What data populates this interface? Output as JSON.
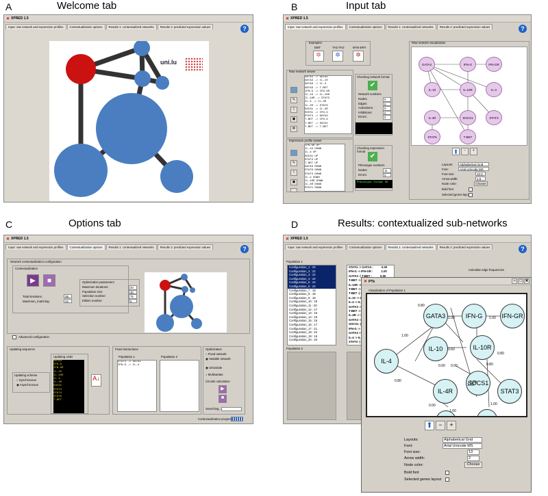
{
  "panels": {
    "A": {
      "letter": "A",
      "title": "Welcome tab"
    },
    "B": {
      "letter": "B",
      "title": "Input tab"
    },
    "C": {
      "letter": "C",
      "title": "Options tab"
    },
    "D": {
      "letter": "D",
      "title": "Results: contextualized sub-networks"
    }
  },
  "app": {
    "title": "XPRED 1.5",
    "tabs": [
      "Input: raw network and expression profiles",
      "Contextualization options",
      "Results 1: contextualized networks",
      "Results 2: predicted expression values"
    ],
    "help_icon": "question-icon",
    "logo": "uni.lu"
  },
  "input_tab": {
    "examples_title": "Examples",
    "examples": [
      "EMT",
      "TH1-TH2",
      "MYE-ERY"
    ],
    "raw_viewer_title": "Raw network viewer",
    "raw_network": [
      "GATA3 -> GATA3",
      "GATA3 -> IL-10",
      "GATA3 -> IL-4",
      "GATA3 -> T-BET",
      "IFN-G -> IFN-GR",
      "IL-10 -> IL-10R",
      "IL-10R -> STAT3",
      "IL-4 -> IL-4R",
      "IL-4R -> STAT6",
      "SOCS1 -> IL-4R",
      "SOCS1 -> IFN-G",
      "STAT4 -> GATA3",
      "T-BET -> IFN-G",
      "T-BET -> SOCS1",
      "T-BET -> T-BET"
    ],
    "checking_network": "Checking network format",
    "network_numbers": "Network numbers",
    "net_stats": [
      {
        "label": "Nodes:",
        "value": "0"
      },
      {
        "label": "Edges:",
        "value": "0"
      },
      {
        "label": "Activations:",
        "value": "0"
      },
      {
        "label": "Inhibitions:",
        "value": "0"
      },
      {
        "label": "Errors:",
        "value": "0"
      }
    ],
    "expr_viewer_title": "Expression profile viewer",
    "expr_profile": [
      "IFN-GR UP",
      "IL-10 DOWN",
      "IL-4 UP",
      "SOCS1 UP",
      "STAT4 UP",
      "T-BET UP",
      "GATA3 DOWN",
      "STAT6 DOWN",
      "STAT3 DOWN",
      "IL-4 DOWN",
      "IL-10R DOWN",
      "IL-4R DOWN",
      "STAT1 DOWN"
    ],
    "checking_expr": "Checking expression format",
    "phenotype_numbers": "Phenotype numbers",
    "pheno_stats": [
      {
        "label": "Nodes:",
        "value": "11"
      },
      {
        "label": "Errors:",
        "value": "0"
      }
    ],
    "console_text": "Phenotype format OK",
    "viz_title": "Raw network visualization",
    "viz_nodes": [
      "GATA3",
      "IFN-G",
      "IFN-GR",
      "IL-10",
      "IL-10R",
      "IL-4",
      "IL-4R",
      "SOCS1",
      "STAT3",
      "STAT6",
      "T-BET"
    ],
    "layout_label": "Layouts:",
    "layout_value": "Alphabetical Grid",
    "font_label": "Font:",
    "font_value": "Arial Unicode MS",
    "font_size_label": "Font size:",
    "font_size_value": "10.0",
    "arrow_label": "Arrow width:",
    "arrow_value": "1.5",
    "node_color_label": "Node color:",
    "choose": "Choose",
    "bold_label": "Bold font",
    "sel_genes_label": "Selected genes layout"
  },
  "options_tab": {
    "section": "Network contextualization configuration",
    "contextualization": "Contextualization",
    "opt_params": "Optimization parameters",
    "params": [
      {
        "label": "Maximum iterations:",
        "value": "20"
      },
      {
        "label": "Population size:",
        "value": "30"
      },
      {
        "label": "Selection number:",
        "value": "75"
      },
      {
        "label": "Elitism number:",
        "value": "5"
      }
    ],
    "total_iter_label": "Total iterations:",
    "total_iter": "36",
    "max_match_label": "Maximum_matching:",
    "max_match": "22",
    "advanced": "Advanced configuration",
    "updating_sequence": "Updating sequence",
    "updating_order": "Updating order",
    "order": [
      "GATA3",
      "IFN-G",
      "IFN-GR",
      "IL-10",
      "IL-10R",
      "IL-4",
      "IL-4R",
      "SOCS1",
      "STAT3",
      "STAT4",
      "STAT6",
      "T-BET"
    ],
    "updating_scheme": "Updating scheme",
    "synchronous": "Synchronous",
    "asynchronous": "Asynchronous",
    "fixed_interactions": "Fixed interactions",
    "pop1": "Population 1",
    "pop2": "Population 2",
    "fixed": [
      "STAT4 -> GATA3",
      "IFN-G -> IL-4"
    ],
    "optimization": "Optimization",
    "fixed_network": "Fixed network",
    "variable_network": "Variable network",
    "univariate": "Univariate",
    "multivariate": "Multivariate",
    "circuits": "Circuits calculation",
    "searching": "Searching...",
    "progress": "Contextualization progress..."
  },
  "results_tab": {
    "population1": "Population 1",
    "population2": "Population 2",
    "configs": [
      "Configuration_1 : 22",
      "Configuration_2 : 22",
      "Configuration_3 : 22",
      "Configuration_4 : 22",
      "Configuration_5 : 22",
      "Configuration_6 : 22",
      "Configuration_7 : 19",
      "Configuration_8 : 18",
      "Configuration_9 : 18",
      "Configuration_10 : 19",
      "Configuration_11 : 20",
      "Configuration_12 : 17",
      "Configuration_13 : 15",
      "Configuration_14 : 18",
      "Configuration_15 : 15",
      "Configuration_16 : 17",
      "Configuration_17 : 21",
      "Configuration_18 : 22",
      "Configuration_19 : 16",
      "Configuration_20 : 20"
    ],
    "edges": [
      {
        "e": "STAT4 -> GATA3 :",
        "v": "0.00"
      },
      {
        "e": "IFN-G -> IFN-GR :",
        "v": "1.00"
      },
      {
        "e": "GATA3 -| T-BET :",
        "v": "0.00"
      },
      {
        "e": "T-BET -> T",
        "v": ""
      },
      {
        "e": "IL-10R ->",
        "v": ""
      },
      {
        "e": "T-BET -> S",
        "v": ""
      },
      {
        "e": "T-BET -| G",
        "v": ""
      },
      {
        "e": "IL-10 -> IL",
        "v": ""
      },
      {
        "e": "IL-4 -> IL",
        "v": ""
      },
      {
        "e": "GATA3 ->",
        "v": ""
      },
      {
        "e": "T-BET -> I",
        "v": ""
      },
      {
        "e": "IL-4R -> S",
        "v": ""
      },
      {
        "e": "GATA3 ->",
        "v": ""
      },
      {
        "e": "SOCS1 -| I",
        "v": ""
      },
      {
        "e": "IFN-G ->",
        "v": ""
      },
      {
        "e": "GATA3 >",
        "v": ""
      },
      {
        "e": "IL-4 -> IL",
        "v": ""
      },
      {
        "e": "STAT3 -|",
        "v": ""
      }
    ],
    "calc_edges": "Calculate edge frequencies",
    "ptk_title": "PTk",
    "viz_title": "Visualization of Population 1",
    "nodes": [
      "GATA3",
      "IFN-G",
      "IFN-GR",
      "IL-10",
      "IL-10R",
      "IL-4",
      "IL-4R",
      "SOCS1",
      "STAT3"
    ],
    "edge_labels": [
      "0.80",
      "1.00",
      "1.00",
      "1.00",
      "0.00",
      "0.00",
      "0.60",
      "1.00",
      "0.80",
      "0.80",
      "0.00",
      "0.80",
      "0.00",
      "1.00",
      "1.00"
    ],
    "layout_label": "Layouts:",
    "layout_value": "Alphabetical Grid",
    "font_label": "Font:",
    "font_value": "Arial Unicode MS",
    "font_size_label": "Font size:",
    "font_size_value": "13",
    "arrow_label": "Arrow width:",
    "arrow_value": "2",
    "node_color_label": "Node color:",
    "choose": "Choose",
    "bold_label": "Bold font",
    "sel_genes_label": "Selected genes layout"
  }
}
